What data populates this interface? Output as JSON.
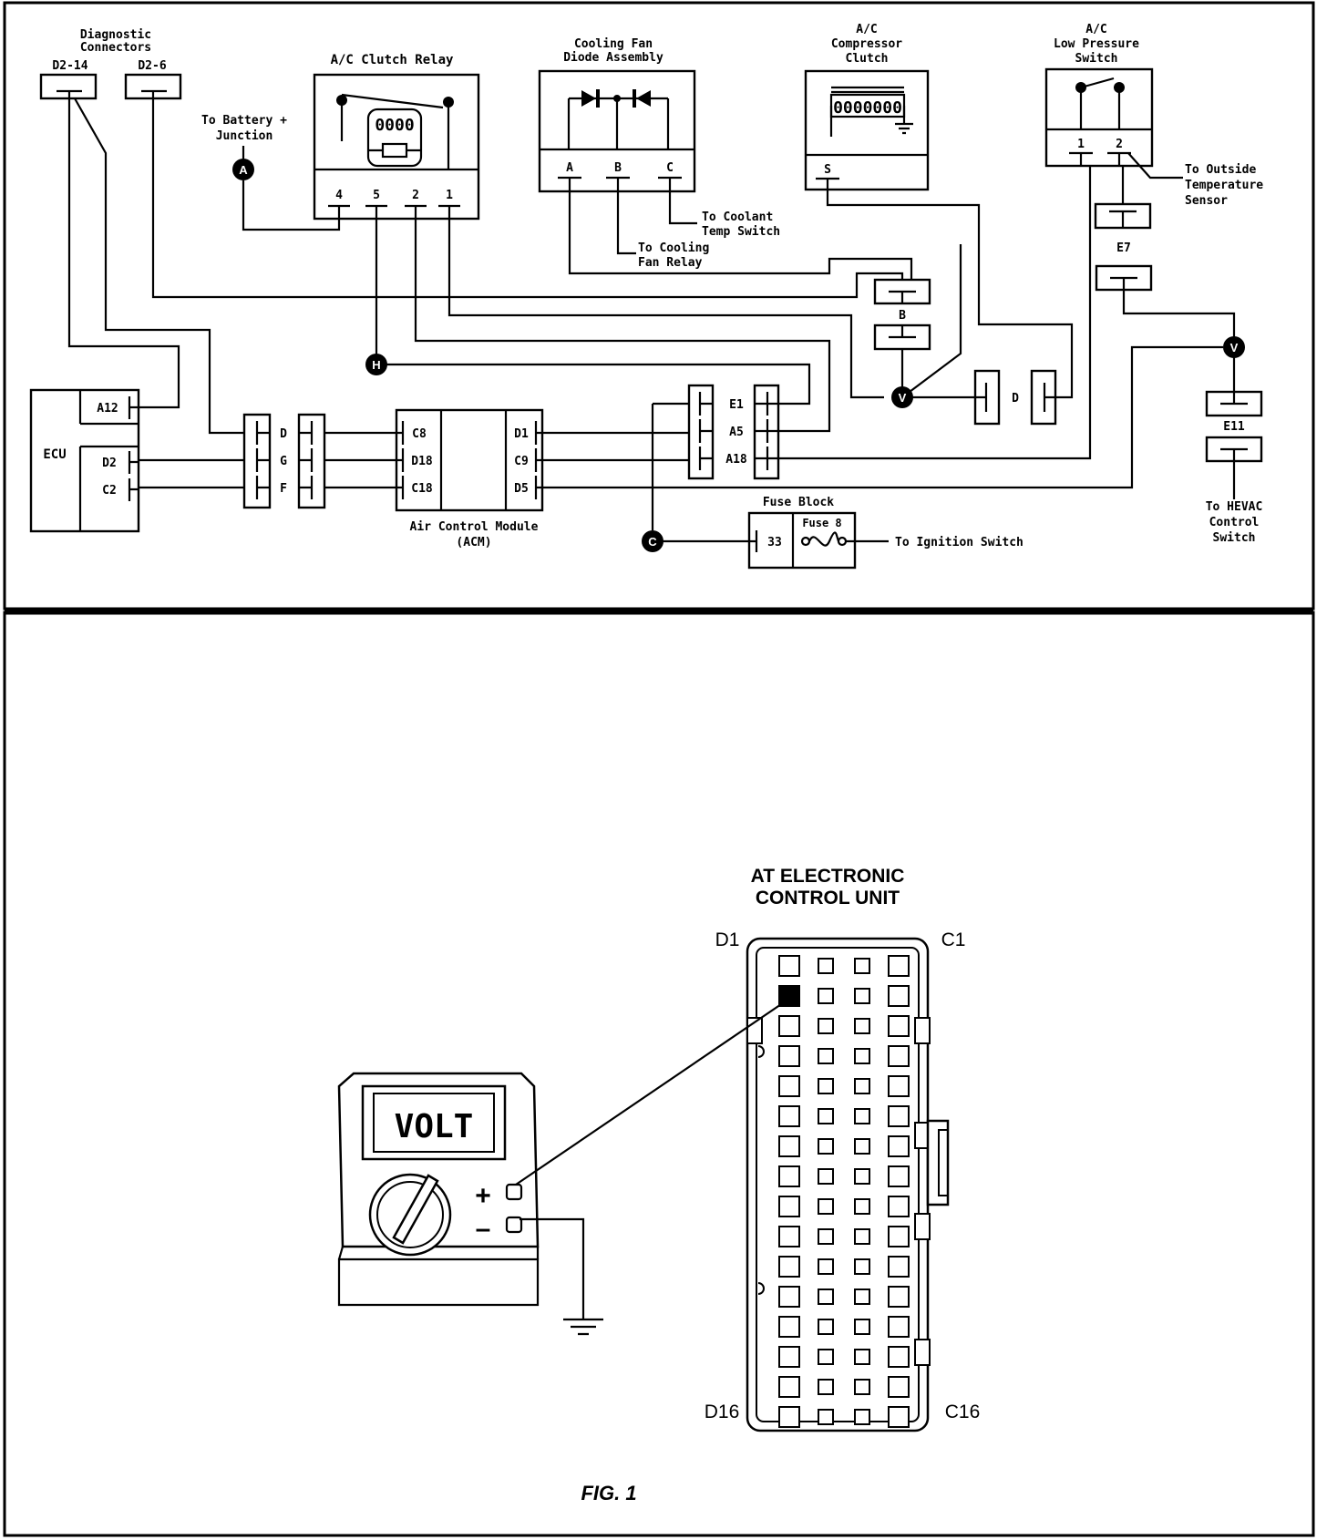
{
  "wiring": {
    "diag_connectors": {
      "title_1": "Diagnostic",
      "title_2": "Connectors",
      "d2_14": "D2-14",
      "d2_6": "D2-6"
    },
    "ac_clutch_relay": {
      "title": "A/C Clutch Relay",
      "pins": [
        "4",
        "5",
        "2",
        "1"
      ]
    },
    "cooling_fan_diode": {
      "title_1": "Cooling Fan",
      "title_2": "Diode Assembly",
      "pins": [
        "A",
        "B",
        "C"
      ]
    },
    "ac_compressor_clutch": {
      "title_1": "A/C",
      "title_2": "Compressor",
      "title_3": "Clutch",
      "pin": "S"
    },
    "ac_low_pressure_switch": {
      "title_1": "A/C",
      "title_2": "Low Pressure",
      "title_3": "Switch",
      "pins": [
        "1",
        "2"
      ]
    },
    "to_battery": {
      "line_1": "To Battery +",
      "line_2": "Junction"
    },
    "to_coolant": {
      "line_1": "To Coolant",
      "line_2": "Temp Switch"
    },
    "to_cooling_fan_relay": {
      "line_1": "To Cooling",
      "line_2": "Fan Relay"
    },
    "to_outside_temp": {
      "line_1": "To Outside",
      "line_2": "Temperature",
      "line_3": "Sensor"
    },
    "to_hevac": {
      "line_1": "To HEVAC",
      "line_2": "Control",
      "line_3": "Switch"
    },
    "to_ignition": "To Ignition Switch",
    "ecu": {
      "label": "ECU",
      "pins": [
        "A12",
        "D2",
        "C2"
      ]
    },
    "inline_connector_left": [
      "D",
      "G",
      "F"
    ],
    "acm": {
      "pins_left": [
        "C8",
        "D18",
        "C18"
      ],
      "pins_right": [
        "D1",
        "C9",
        "D5"
      ],
      "name_1": "Air Control Module",
      "name_2": "(ACM)"
    },
    "inline_connector_right": [
      "E1",
      "A5",
      "A18"
    ],
    "connector_b": "B",
    "connector_d": "D",
    "connector_e7": "E7",
    "connector_e11": "E11",
    "fuse_block": {
      "title": "Fuse Block",
      "fuse": "Fuse 8",
      "pin": "33"
    },
    "splices": [
      "A",
      "H",
      "V",
      "V",
      "C"
    ]
  },
  "test": {
    "meter_display": "VOLT",
    "plus": "+",
    "minus": "–",
    "connector_title_1": "AT ELECTRONIC",
    "connector_title_2": "CONTROL UNIT",
    "corner_tl": "D1",
    "corner_tr": "C1",
    "corner_bl": "D16",
    "corner_br": "C16",
    "fig": "FIG. 1"
  }
}
